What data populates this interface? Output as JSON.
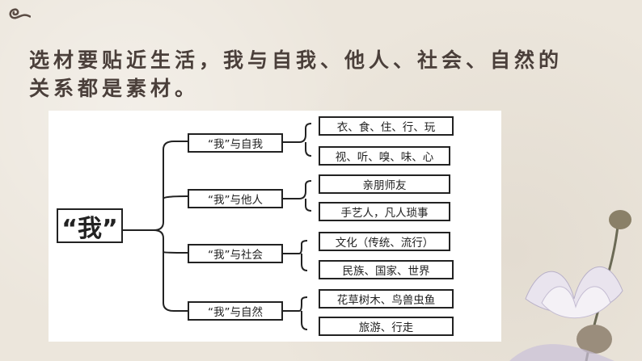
{
  "heading": {
    "line1": "选材要贴近生活，我与自我、他人、社会、自然的",
    "line2": "关系都是素材。"
  },
  "diagram": {
    "root": "“我”",
    "branches": [
      {
        "label": "“我”与自我",
        "items": [
          "衣、食、住、行、玩",
          "视、听、嗅、味、心"
        ]
      },
      {
        "label": "“我”与他人",
        "items": [
          "亲朋师友",
          "手艺人，凡人琐事"
        ]
      },
      {
        "label": "“我”与社会",
        "items": [
          "文化（传统、流行）",
          "民族、国家、世界"
        ]
      },
      {
        "label": "“我”与自然",
        "items": [
          "花草树木、鸟兽虫鱼",
          "旅游、行走"
        ]
      }
    ]
  }
}
